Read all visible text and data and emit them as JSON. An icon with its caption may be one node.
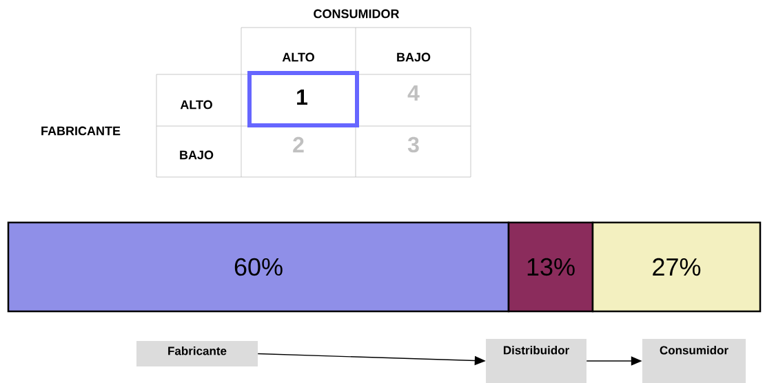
{
  "diagram": {
    "nodes": [
      {
        "text": [
          "60%"
        ]
      },
      {
        "text": [
          "13%"
        ]
      },
      {
        "text": [
          "27%"
        ]
      },
      {
        "text": [
          "Fabricante"
        ]
      },
      {
        "text": [
          "Distribuidor"
        ]
      },
      {
        "text": [
          "Consumidor"
        ]
      }
    ],
    "edges": [
      {
        "from": 3,
        "to": 4,
        "arrow": "to"
      },
      {
        "from": 4,
        "to": 5,
        "arrow": "to"
      }
    ],
    "labels": [
      "CONSUMIDOR",
      "ALTO",
      "BAJO",
      "ALTO",
      "1",
      "4",
      "FABRICANTE",
      "BAJO",
      "2",
      "3"
    ]
  }
}
